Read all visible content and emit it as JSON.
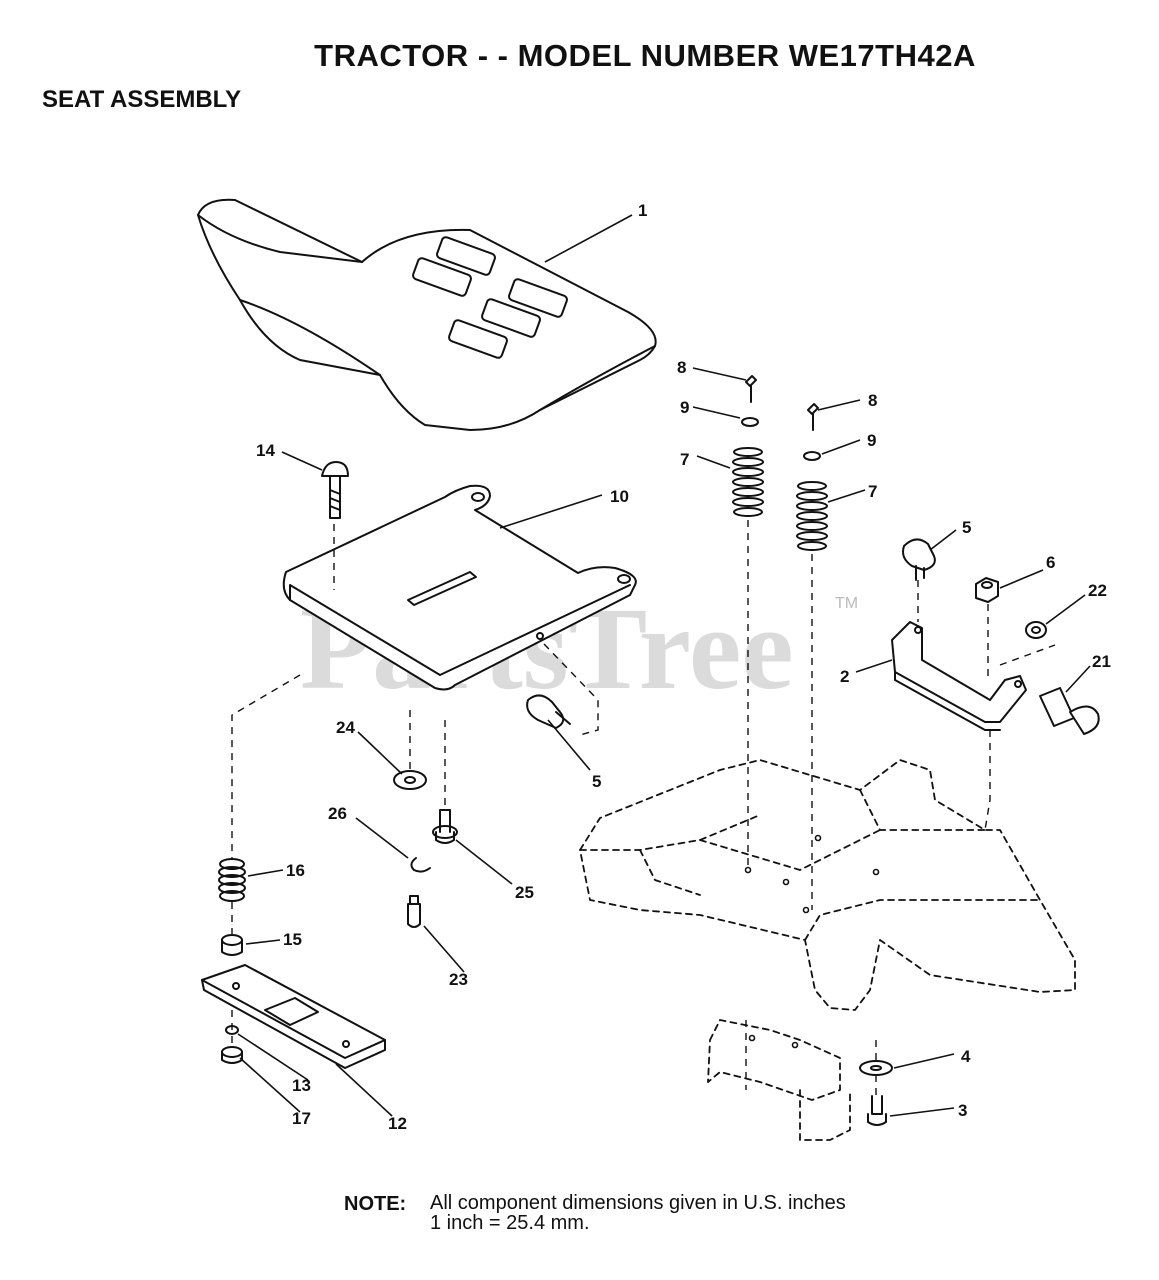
{
  "header": {
    "title": "TRACTOR - - MODEL NUMBER WE17TH42A",
    "subtitle": "SEAT ASSEMBLY"
  },
  "watermark": {
    "text": "PartsTree",
    "mark": "TM"
  },
  "callouts": [
    "1",
    "2",
    "3",
    "4",
    "5",
    "5",
    "6",
    "7",
    "7",
    "8",
    "8",
    "9",
    "9",
    "10",
    "12",
    "13",
    "14",
    "15",
    "16",
    "17",
    "21",
    "22",
    "23",
    "24",
    "25",
    "26"
  ],
  "note": {
    "label": "NOTE:",
    "line1": "All component dimensions given in U.S. inches",
    "line2": "1 inch = 25.4 mm."
  }
}
